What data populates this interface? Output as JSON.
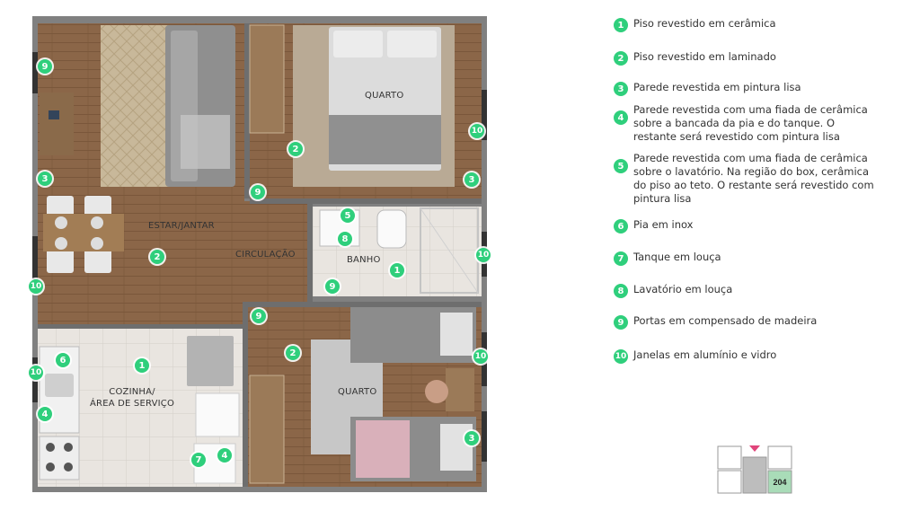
{
  "rooms": {
    "quarto_top": "QUARTO",
    "estar_jantar": "ESTAR/JANTAR",
    "circulacao": "CIRCULAÇÃO",
    "banho": "BANHO",
    "cozinha": "COZINHA/\nÁREA DE SERVIÇO",
    "quarto_bottom": "QUARTO"
  },
  "markers": [
    "9",
    "2",
    "10",
    "3",
    "9",
    "3",
    "5",
    "8",
    "2",
    "10",
    "1",
    "10",
    "9",
    "9",
    "2",
    "6",
    "1",
    "10",
    "10",
    "4",
    "3",
    "7",
    "4"
  ],
  "legend": [
    {
      "num": "1",
      "text": "Piso revestido em cerâmica"
    },
    {
      "num": "2",
      "text": "Piso revestido em laminado"
    },
    {
      "num": "3",
      "text": "Parede revestida em pintura lisa"
    },
    {
      "num": "4",
      "text": "Parede revestida com uma fiada de cerâmica sobre a bancada da pia e do tanque. O restante será revestido com pintura lisa"
    },
    {
      "num": "5",
      "text": "Parede revestida com uma fiada de cerâmica sobre o lavatório. Na região do box, cerâmica do piso ao teto. O restante será revestido com pintura lisa"
    },
    {
      "num": "6",
      "text": "Pia em inox"
    },
    {
      "num": "7",
      "text": "Tanque em louça"
    },
    {
      "num": "8",
      "text": "Lavatório em louça"
    },
    {
      "num": "9",
      "text": "Portas em compensado de madeira"
    },
    {
      "num": "10",
      "text": "Janelas em alumínio e vidro"
    }
  ],
  "keyplan": {
    "unit": "204"
  },
  "colors": {
    "accent": "#2fcf7c",
    "highlight": "#e0457b",
    "wood": "#8a6547",
    "tile": "#e6e2dd",
    "wall": "#7a7a7a"
  }
}
